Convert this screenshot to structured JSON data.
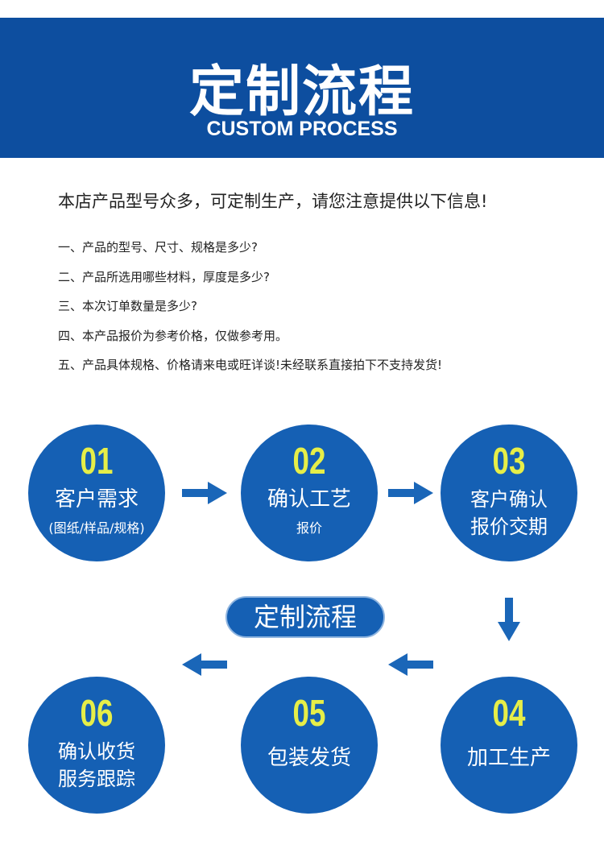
{
  "header": {
    "title": "定制流程",
    "subtitle": "CUSTOM PROCESS"
  },
  "intro": "本店产品型号众多，可定制生产，请您注意提供以下信息!",
  "notes": [
    "一、产品的型号、尺寸、规格是多少?",
    "二、产品所选用哪些材料，厚度是多少?",
    "三、本次订单数量是多少?",
    "四、本产品报价为参考价格，仅做参考用。",
    "五、产品具体规格、价格请来电或旺详谈!未经联系直接拍下不支持发货!"
  ],
  "center_label": "定制流程",
  "steps": [
    {
      "num": "01",
      "label": "客户需求",
      "sub": "(图纸/样品/规格)"
    },
    {
      "num": "02",
      "label": "确认工艺",
      "sub": "报价"
    },
    {
      "num": "03",
      "label": "客户确认",
      "label2": "报价交期"
    },
    {
      "num": "04",
      "label": "加工生产"
    },
    {
      "num": "05",
      "label": "包装发货"
    },
    {
      "num": "06",
      "label": "确认收货",
      "label2": "服务跟踪"
    }
  ],
  "colors": {
    "header": "#0d4e9f",
    "circle": "#1560b4",
    "number": "#e6ee48"
  }
}
